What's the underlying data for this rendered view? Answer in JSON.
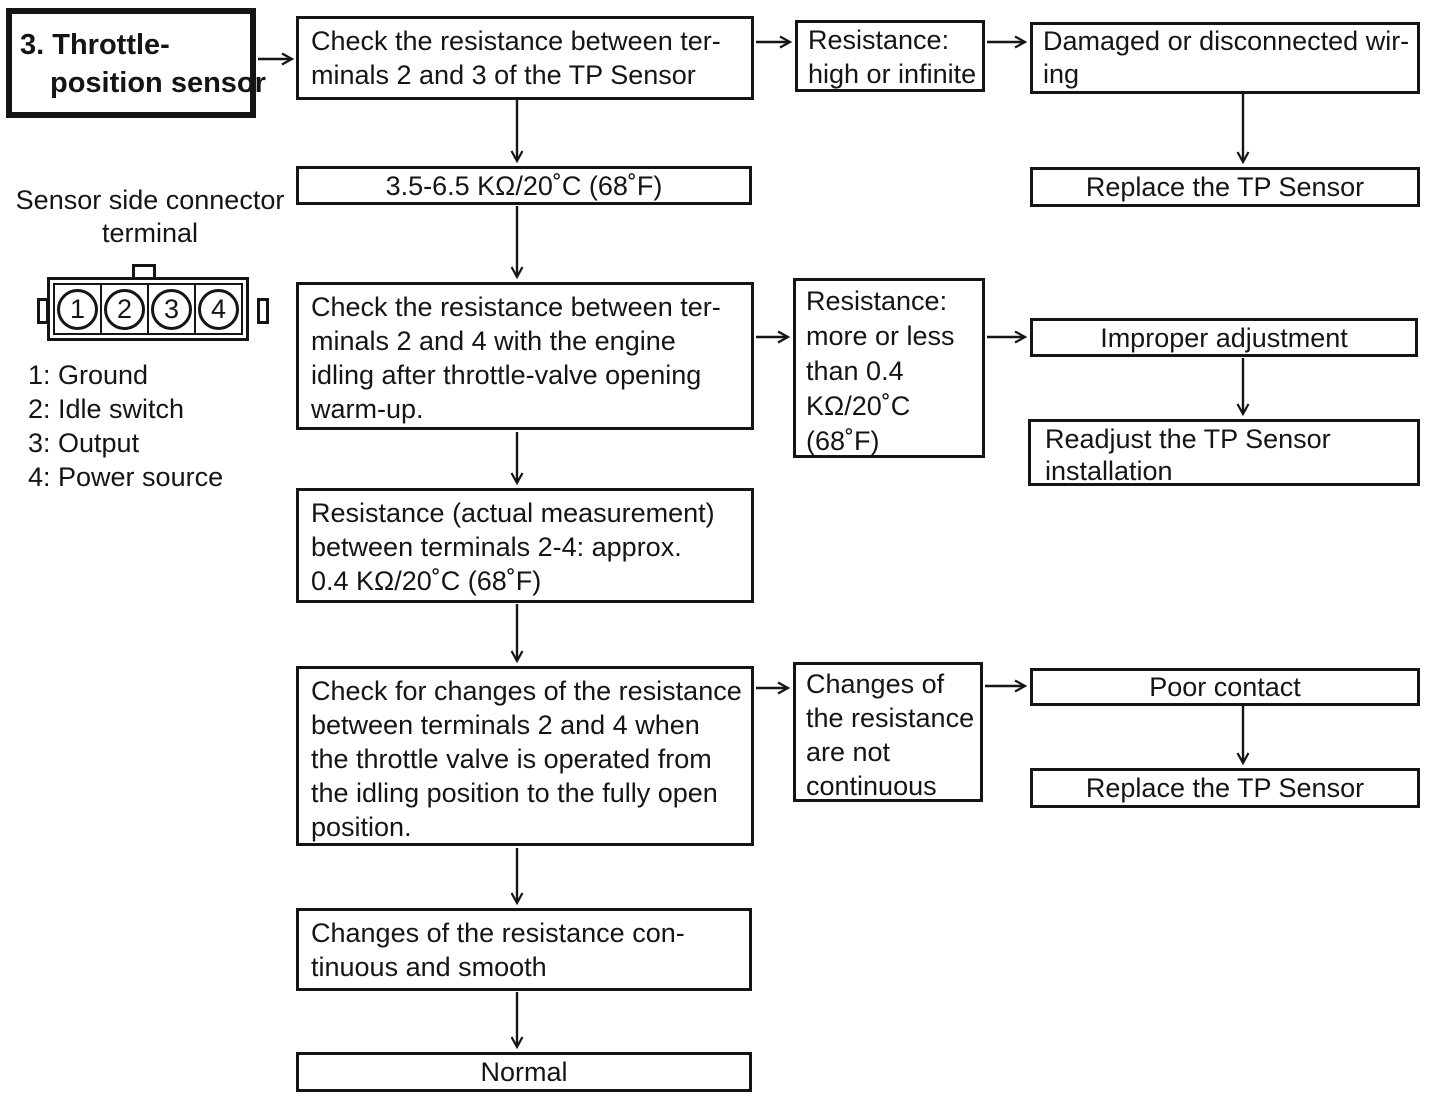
{
  "colors": {
    "ink": "#151515",
    "paper": "#ffffff"
  },
  "flow": {
    "start": {
      "lines": [
        "3. Throttle-",
        "position sensor"
      ]
    },
    "check_2_3": {
      "lines": [
        "Check the resistance between ter-",
        "minals 2 and 3 of the TP Sensor"
      ]
    },
    "cond_high_infinite": {
      "lines": [
        "Resistance:",
        "high or infinite"
      ]
    },
    "damaged_wiring": {
      "lines": [
        "Damaged or disconnected wir-",
        "ing"
      ]
    },
    "replace_tp_top": {
      "lines": [
        "Replace the TP Sensor"
      ]
    },
    "spec_2_3": {
      "lines": [
        "3.5-6.5 KΩ/20˚C (68˚F)"
      ]
    },
    "check_2_4": {
      "lines": [
        "Check the resistance between ter-",
        "minals 2 and 4 with the engine",
        "idling after throttle-valve opening",
        "warm-up."
      ]
    },
    "cond_more_less": {
      "lines": [
        "Resistance:",
        "more or less",
        "than 0.4",
        "KΩ/20˚C",
        "(68˚F)"
      ]
    },
    "improper_adjustment": {
      "lines": [
        "Improper adjustment"
      ]
    },
    "readjust": {
      "lines": [
        "Readjust the TP Sensor",
        "installation"
      ]
    },
    "actual_2_4": {
      "lines": [
        "Resistance (actual measurement)",
        "between terminals 2-4: approx.",
        "0.4 KΩ/20˚C (68˚F)"
      ]
    },
    "check_changes": {
      "lines": [
        "Check for changes of the resistance",
        "between terminals 2 and 4 when",
        "the throttle valve is operated from",
        "the idling position to the fully open",
        "position."
      ]
    },
    "cond_not_continuous": {
      "lines": [
        "Changes of",
        "the resistance",
        "are not",
        "continuous"
      ]
    },
    "poor_contact": {
      "lines": [
        "Poor contact"
      ]
    },
    "replace_tp_bottom": {
      "lines": [
        "Replace the TP Sensor"
      ]
    },
    "changes_smooth": {
      "lines": [
        "Changes of the resistance con-",
        "tinuous and smooth"
      ]
    },
    "normal": {
      "lines": [
        "Normal"
      ]
    }
  },
  "connector": {
    "caption": {
      "lines": [
        "Sensor side connector",
        "terminal"
      ]
    },
    "pins": [
      "1",
      "2",
      "3",
      "4"
    ],
    "legend": [
      "1: Ground",
      "2: Idle switch",
      "3: Output",
      "4: Power source"
    ]
  }
}
